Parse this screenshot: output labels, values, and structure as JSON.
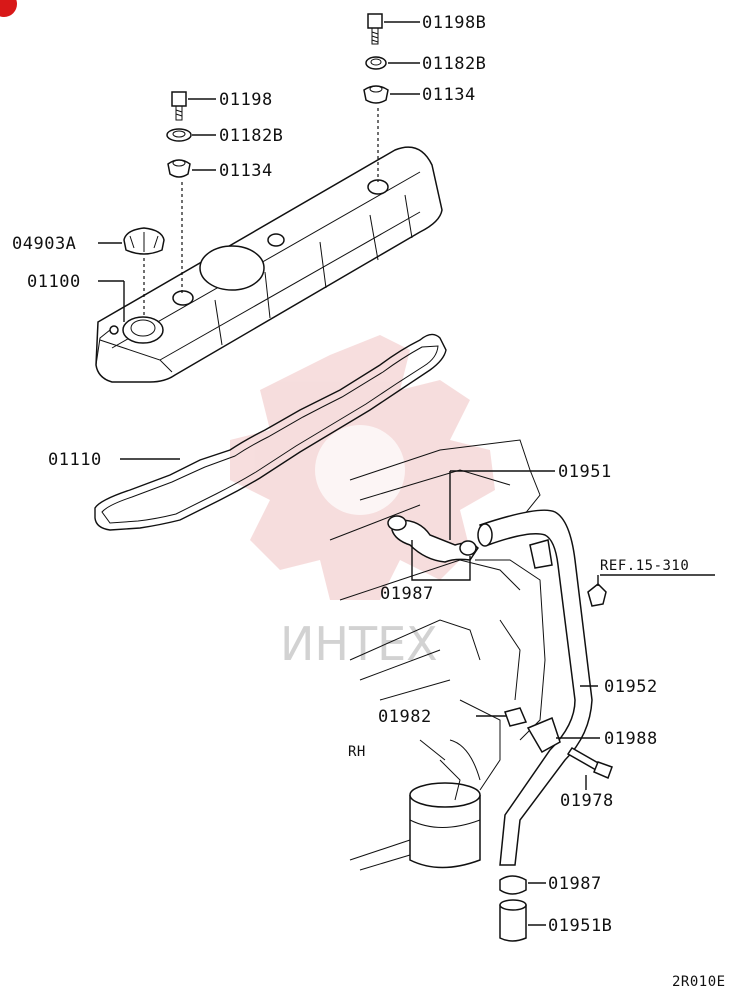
{
  "labels": {
    "p01198B": "01198B",
    "p01182B_r": "01182B",
    "p01134_r": "01134",
    "p01198": "01198",
    "p01182B_l": "01182B",
    "p01134_l": "01134",
    "p04903A": "04903A",
    "p01100": "01100",
    "p01110": "01110",
    "p01951": "01951",
    "p01987_top": "01987",
    "ref": "REF.15-310",
    "p01952": "01952",
    "p01982": "01982",
    "p01988": "01988",
    "rh": "RH",
    "p01978": "01978",
    "p01987_bot": "01987",
    "p01951B": "01951B",
    "code": "2R010E",
    "watermark": "ИНТЕХ"
  },
  "colors": {
    "ink": "#111111",
    "watermark": "#e8a0a0",
    "watermark_text": "#c8c8c8",
    "badge": "#d81818"
  }
}
